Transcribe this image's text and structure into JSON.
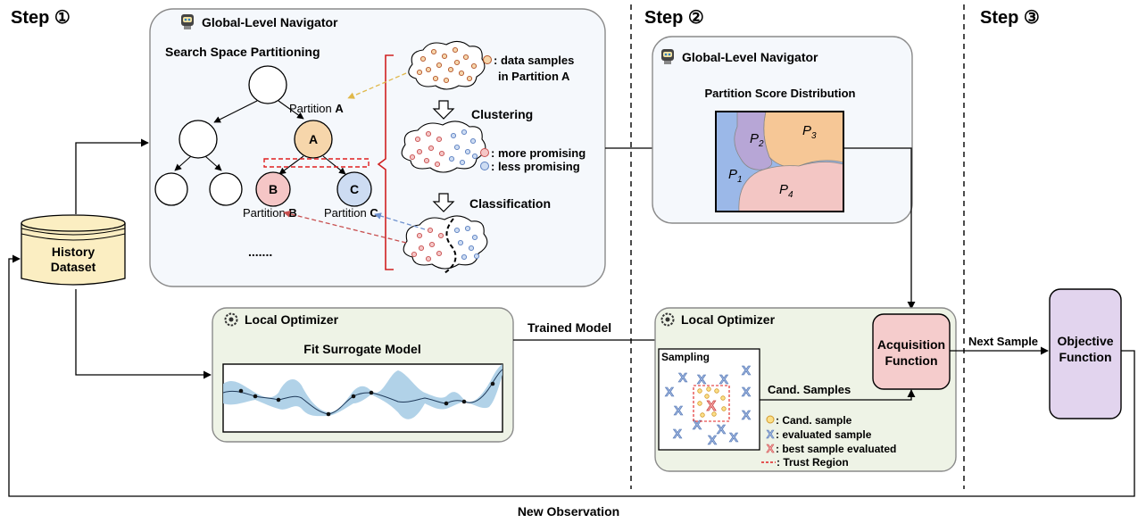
{
  "steps": {
    "step1": "Step ①",
    "step2": "Step ②",
    "step3": "Step ③"
  },
  "global_nav": {
    "title": "Global-Level Navigator",
    "partitioning_title": "Search Space Partitioning",
    "partition_a_prefix": "Partition ",
    "partition_a_letter": "A",
    "partition_b_prefix": "Partition ",
    "partition_b_letter": "B",
    "partition_c_prefix": "Partition ",
    "partition_c_letter": "C",
    "node_a": "A",
    "node_b": "B",
    "node_c": "C",
    "ellipsis": ".......",
    "data_samples_line1": ": data samples",
    "data_samples_line2": "in Partition A",
    "clustering": "Clustering",
    "more_promising": ": more promising",
    "less_promising": ": less promising",
    "classification": "Classification"
  },
  "history": {
    "line1": "History",
    "line2": "Dataset"
  },
  "global_nav_2": {
    "title": "Global-Level Navigator",
    "distribution_title": "Partition Score Distribution",
    "p1": "P",
    "p1_sub": "1",
    "p2": "P",
    "p2_sub": "2",
    "p3": "P",
    "p3_sub": "3",
    "p4": "P",
    "p4_sub": "4"
  },
  "local_opt_1": {
    "title": "Local Optimizer",
    "fit_title": "Fit Surrogate Model",
    "trained_model": "Trained Model"
  },
  "local_opt_2": {
    "title": "Local Optimizer",
    "sampling": "Sampling",
    "cand_samples": "Cand. Samples",
    "legend_cand": ": Cand. sample",
    "legend_evaluated": ": evaluated sample",
    "legend_best": ": best sample evaluated",
    "legend_trust": ": Trust Region"
  },
  "acquisition": {
    "line1": "Acquisition",
    "line2": "Function"
  },
  "next_sample": "Next Sample",
  "objective": {
    "line1": "Objective",
    "line2": "Function"
  },
  "new_observation": "New Observation",
  "colors": {
    "global_panel": "#f5f8fc",
    "local_panel": "#eef3e6",
    "node_a_fill": "#f6d6ab",
    "node_b_fill": "#f5c6c6",
    "node_c_fill": "#cddcf2",
    "region_p1": "#9bb8e8",
    "region_p2": "#b7a6d6",
    "region_p3": "#f6c796",
    "region_p4": "#f3c6c4",
    "acq_fill": "#f5cccc",
    "objective_fill": "#e2d4ee",
    "gp_band": "#a9cde6",
    "arrow_orange": "#e0b84a",
    "arrow_red": "#c85050",
    "arrow_blue": "#6f92cf"
  }
}
